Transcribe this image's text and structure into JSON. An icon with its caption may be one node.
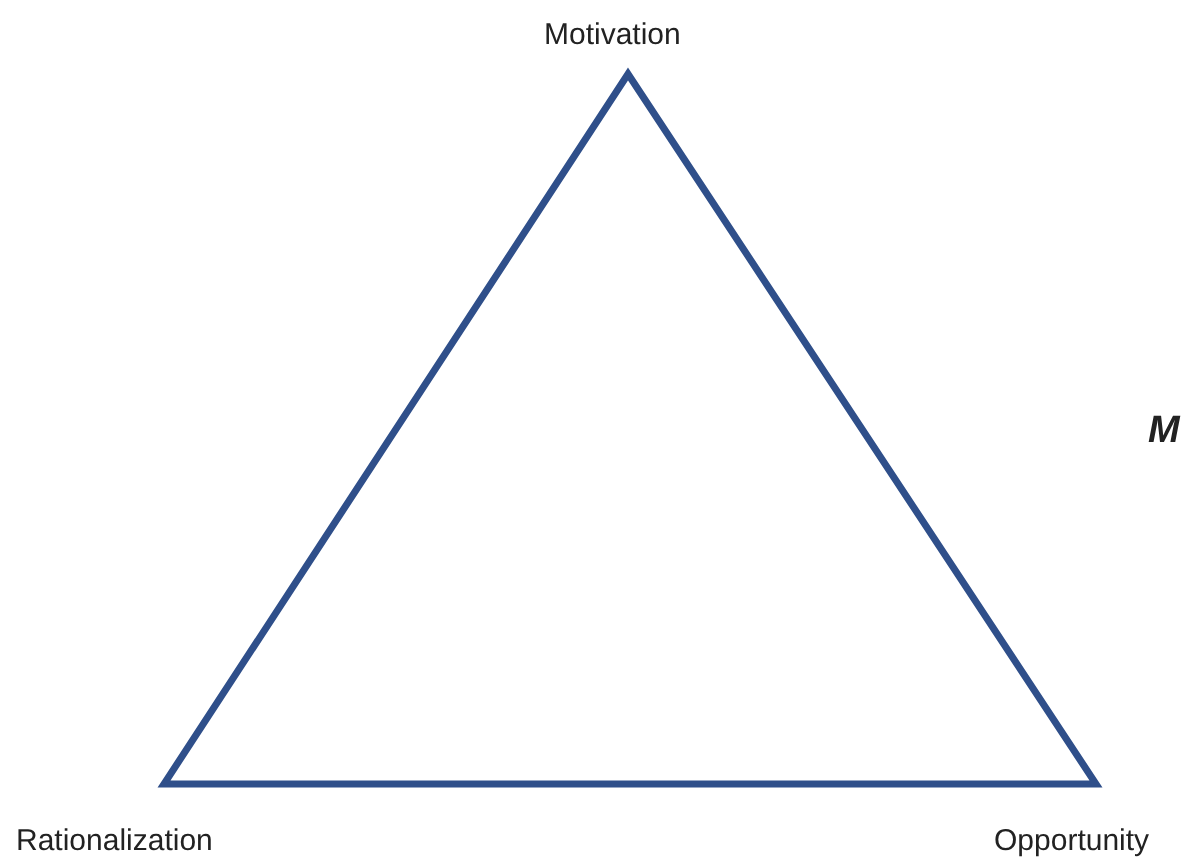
{
  "diagram": {
    "labels": [
      "Motivation",
      "Rationalization",
      "Opportunity",
      "M"
    ]
  }
}
